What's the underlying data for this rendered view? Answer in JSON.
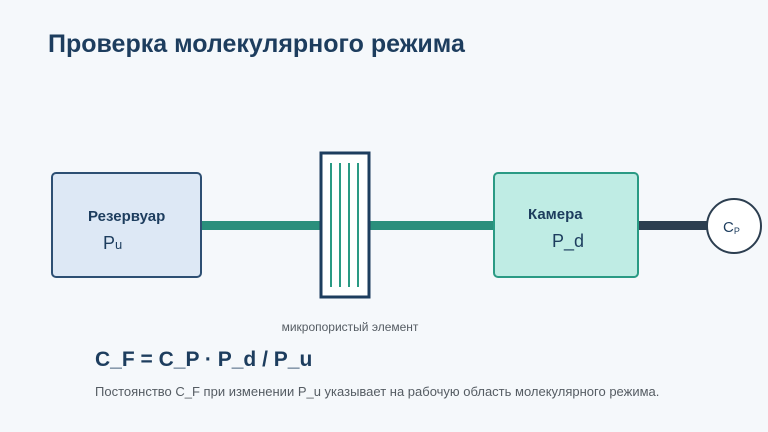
{
  "title": "Проверка молекулярного режима",
  "reservoir": {
    "name": "Резервуар",
    "symbol_base": "P",
    "symbol_sub": "u"
  },
  "chamber": {
    "name": "Камера",
    "symbol": "P_d"
  },
  "gauge": {
    "symbol_base": "C",
    "symbol_sub": "P"
  },
  "element_label": "микропористый элемент",
  "formula": "C_F = C_P · P_d / P_u",
  "caption": "Постоянство C_F при изменении P_u указывает на рабочую область молекулярного режима.",
  "colors": {
    "title": "#1d3d5e",
    "reservoir_fill": "#dde8f5",
    "reservoir_stroke": "#2d4f73",
    "chamber_fill": "#bfece4",
    "chamber_stroke": "#2a9a84",
    "pipe": "#2a8f7c",
    "gauge_pipe": "#2c3e50",
    "element_stroke": "#1d3d5e",
    "element_lines": "#2a9a84"
  }
}
